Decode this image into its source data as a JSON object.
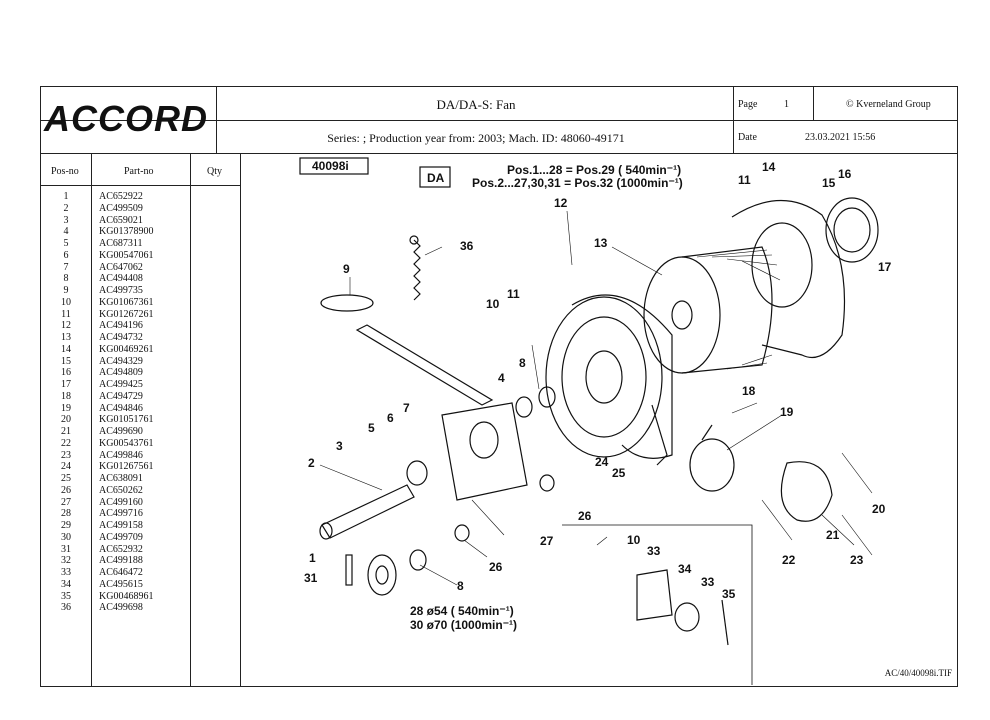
{
  "header": {
    "logo": "ACCORD",
    "title": "DA/DA-S: Fan",
    "series": "Series: ; Production year from: 2003; Mach. ID: 48060-49171",
    "page_label": "Page",
    "page_value": "1",
    "copyright": "© Kverneland Group",
    "date_label": "Date",
    "date_value": "23.03.2021 15:56"
  },
  "columns": {
    "pos": "Pos-no",
    "part": "Part-no",
    "qty": "Qty"
  },
  "parts": [
    {
      "pos": "1",
      "part": "AC652922"
    },
    {
      "pos": "2",
      "part": "AC499509"
    },
    {
      "pos": "3",
      "part": "AC659021"
    },
    {
      "pos": "4",
      "part": "KG01378900"
    },
    {
      "pos": "5",
      "part": "AC687311"
    },
    {
      "pos": "6",
      "part": "KG00547061"
    },
    {
      "pos": "7",
      "part": "AC647062"
    },
    {
      "pos": "8",
      "part": "AC494408"
    },
    {
      "pos": "9",
      "part": "AC499735"
    },
    {
      "pos": "10",
      "part": "KG01067361"
    },
    {
      "pos": "11",
      "part": "KG01267261"
    },
    {
      "pos": "12",
      "part": "AC494196"
    },
    {
      "pos": "13",
      "part": "AC494732"
    },
    {
      "pos": "14",
      "part": "KG00469261"
    },
    {
      "pos": "15",
      "part": "AC494329"
    },
    {
      "pos": "16",
      "part": "AC494809"
    },
    {
      "pos": "17",
      "part": "AC499425"
    },
    {
      "pos": "18",
      "part": "AC494729"
    },
    {
      "pos": "19",
      "part": "AC494846"
    },
    {
      "pos": "20",
      "part": "KG01051761"
    },
    {
      "pos": "21",
      "part": "AC499690"
    },
    {
      "pos": "22",
      "part": "KG00543761"
    },
    {
      "pos": "23",
      "part": "AC499846"
    },
    {
      "pos": "24",
      "part": "KG01267561"
    },
    {
      "pos": "25",
      "part": "AC638091"
    },
    {
      "pos": "26",
      "part": "AC650262"
    },
    {
      "pos": "27",
      "part": "AC499160"
    },
    {
      "pos": "28",
      "part": "AC499716"
    },
    {
      "pos": "29",
      "part": "AC499158"
    },
    {
      "pos": "30",
      "part": "AC499709"
    },
    {
      "pos": "31",
      "part": "AC652932"
    },
    {
      "pos": "32",
      "part": "AC499188"
    },
    {
      "pos": "33",
      "part": "AC646472"
    },
    {
      "pos": "34",
      "part": "AC495615"
    },
    {
      "pos": "35",
      "part": "KG00468961"
    },
    {
      "pos": "36",
      "part": "AC499698"
    }
  ],
  "diagram": {
    "drawing_id": "40098i",
    "model_box": "DA",
    "note_line1": "Pos.1...28 = Pos.29 ( 540min⁻¹)",
    "note_line2": "Pos.2...27,30,31 = Pos.32 (1000min⁻¹)",
    "pulley_28": "28 ø54 ( 540min⁻¹)",
    "pulley_30": "30 ø70 (1000min⁻¹)",
    "labels": [
      "1",
      "2",
      "3",
      "4",
      "5",
      "6",
      "7",
      "8",
      "9",
      "10",
      "11",
      "12",
      "13",
      "14",
      "11",
      "15",
      "16",
      "17",
      "18",
      "19",
      "20",
      "21",
      "22",
      "23",
      "24",
      "25",
      "26",
      "27",
      "26",
      "31",
      "8",
      "10",
      "33",
      "34",
      "33",
      "35",
      "36"
    ]
  },
  "footer": {
    "file": "AC/40/40098i.TIF"
  }
}
